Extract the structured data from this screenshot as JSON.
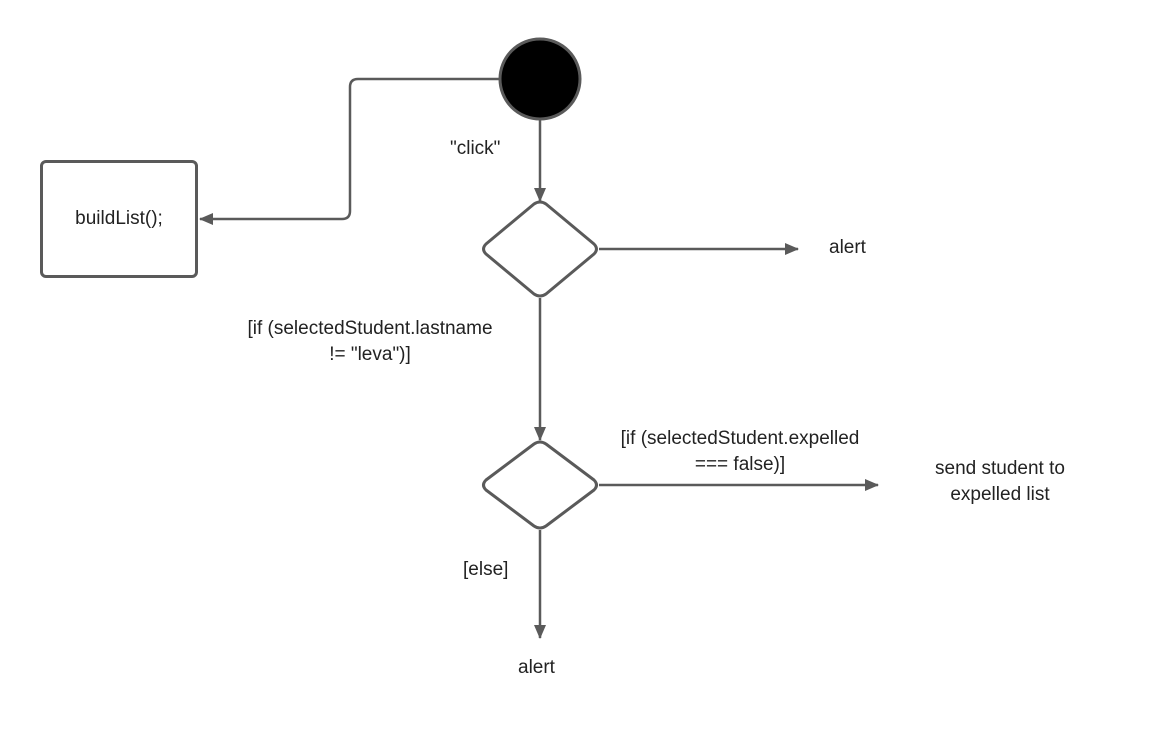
{
  "colors": {
    "stroke": "#5a5a5a",
    "start_node": "#000000",
    "text": "#222222",
    "background": "#ffffff"
  },
  "action": {
    "label": "buildList();"
  },
  "labels": {
    "click": "\"click\"",
    "alert_right": "alert",
    "condition1_line1": "[if (selectedStudent.lastname",
    "condition1_line2": "!= \"leva\")]",
    "condition2_line1": "[if (selectedStudent.expelled",
    "condition2_line2": "=== false)]",
    "send_line1": "send student to",
    "send_line2": "expelled list",
    "else": "[else]",
    "alert_bottom": "alert"
  }
}
